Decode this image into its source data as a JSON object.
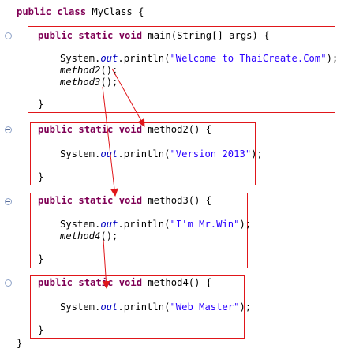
{
  "code": {
    "class_decl": {
      "kw": "public class",
      "name": " MyClass {"
    },
    "main": {
      "decl": {
        "kw": "public static void",
        "rest": " main(String[] args) {"
      },
      "stmt_prefix": "System.",
      "stmt_field": "out",
      "stmt_call": ".println(",
      "stmt_string": "\"Welcome to ThaiCreate.Com\"",
      "stmt_end": ");",
      "call1_name": "method2",
      "call1_end": "();",
      "call2_name": "method3",
      "call2_end": "();",
      "close": "}"
    },
    "method2": {
      "decl": {
        "kw": "public static void",
        "rest": " method2() {"
      },
      "stmt_prefix": "System.",
      "stmt_field": "out",
      "stmt_call": ".println(",
      "stmt_string": "\"Version 2013\"",
      "stmt_end": ");",
      "close": "}"
    },
    "method3": {
      "decl": {
        "kw": "public static void",
        "rest": " method3() {"
      },
      "stmt_prefix": "System.",
      "stmt_field": "out",
      "stmt_call": ".println(",
      "stmt_string": "\"I'm Mr.Win\"",
      "stmt_end": ");",
      "call1_name": "method4",
      "call1_end": "();",
      "close": "}"
    },
    "method4": {
      "decl": {
        "kw": "public static void",
        "rest": " method4() {"
      },
      "stmt_prefix": "System.",
      "stmt_field": "out",
      "stmt_call": ".println(",
      "stmt_string": "\"Web Master\"",
      "stmt_end": ");",
      "close": "}"
    },
    "class_close": "}"
  },
  "colors": {
    "keyword": "#7f0055",
    "string": "#2a00ff",
    "static_field": "#0000c0",
    "highlight_box": "#e0161a",
    "arrow": "#e0161a"
  }
}
